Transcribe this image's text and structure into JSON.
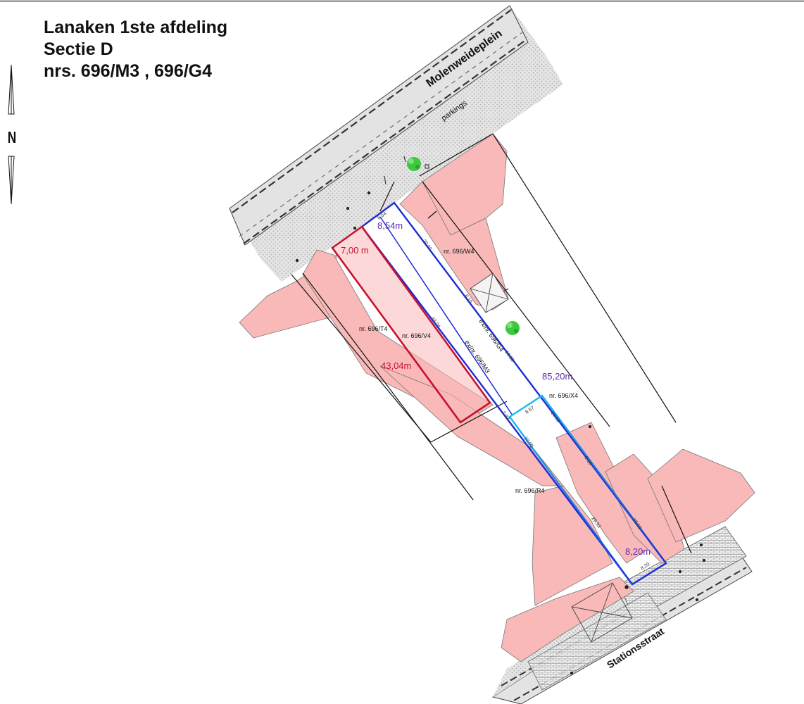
{
  "title": {
    "line1": "Lanaken 1ste afdeling",
    "line2": "Sectie D",
    "line3": "nrs. 696/M3 , 696/G4"
  },
  "north_arrow": {
    "label": "N"
  },
  "streets": {
    "molenweideplein": "Molenweideplein",
    "parkings": "parkings",
    "stationsstraat": "Stationsstraat"
  },
  "parcels": {
    "t4": "nr. 696/T4",
    "v4": "nr. 696/V4",
    "w4": "nr. 696/W4",
    "x4": "nr. 696/X4",
    "r4": "nr. 696/R4",
    "ex_g4": "ex/nr. 696/G4",
    "ex_m3": "ex/nr. 696/M3"
  },
  "dimensions": {
    "red_width": "7,00 m",
    "red_length": "43,04m",
    "blue_width_top": "8,54m",
    "blue_length": "85,20m",
    "blue_width_bottom": "8,20m"
  },
  "small_measurements": {
    "m_854": "8.54",
    "m_2002": "20.02",
    "m_615": "6.15",
    "m_1980": "19.80",
    "m_4304": "43.04",
    "m_292": "2.92",
    "m_857": "8.57",
    "m_1000a": "10.00",
    "m_1000b": "10.00",
    "m_966": "9.66",
    "m_2933": "29.33",
    "m_1956": "19.56",
    "m_820": "8.20"
  },
  "colors": {
    "building_pink": "#f9b9b8",
    "road_gray": "#e3e3e3",
    "parcel_red": "#c8102e",
    "parcel_blue": "#1c2bd4",
    "parcel_cyan": "#19c7f0",
    "dim_purple": "#5a2ca8",
    "tree_green": "#3ec83e"
  }
}
